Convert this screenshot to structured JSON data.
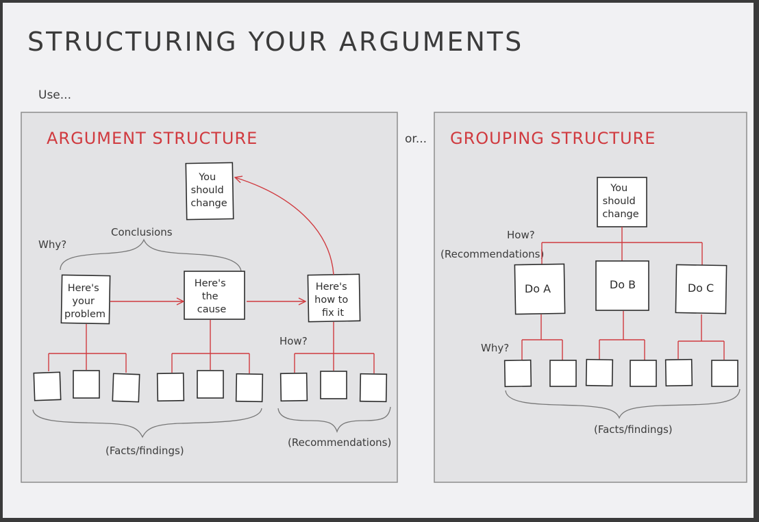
{
  "title": "STRUCTURING YOUR ARGUMENTS",
  "use_label": "Use...",
  "or_label": "or...",
  "left": {
    "title": "ARGUMENT STRUCTURE",
    "top_box": [
      "You",
      "should",
      "change"
    ],
    "why_label": "Why?",
    "conclusions_label": "Conclusions",
    "box_problem": [
      "Here's",
      "your",
      "problem"
    ],
    "box_cause": [
      "Here's",
      "the",
      "cause"
    ],
    "box_fix": [
      "Here's",
      "how to",
      "fix it"
    ],
    "how_label": "How?",
    "facts_label": "(Facts/findings)",
    "recs_label": "(Recommendations)"
  },
  "right": {
    "title": "GROUPING STRUCTURE",
    "top_box": [
      "You",
      "should",
      "change"
    ],
    "how_label": "How?",
    "recs_label": "(Recommendations)",
    "do_a": "Do A",
    "do_b": "Do B",
    "do_c": "Do C",
    "why_label": "Why?",
    "facts_label": "(Facts/findings)"
  },
  "colors": {
    "accent_red": "#d03a3f",
    "panel": "#e3e3e5",
    "background": "#f1f1f3"
  }
}
